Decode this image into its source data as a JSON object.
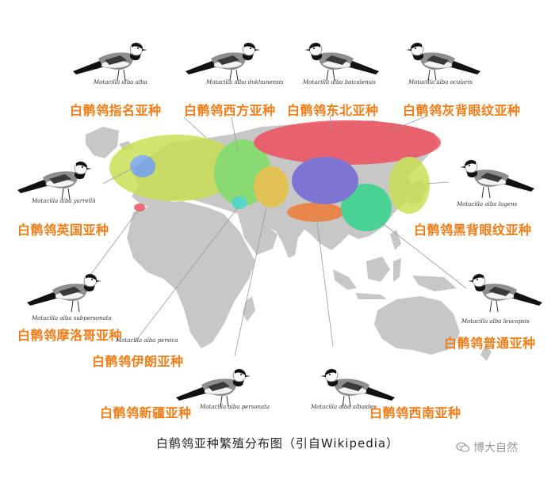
{
  "colors": {
    "label": "#f07d18",
    "land": "#c7c7c7",
    "bird_black": "#111111",
    "bird_grey": "#8e8e8e"
  },
  "regions": [
    {
      "id": "alba",
      "color": "#c9df50"
    },
    {
      "id": "dukhunensis",
      "color": "#7ddf60"
    },
    {
      "id": "baicalensis",
      "color": "#ef4d5a"
    },
    {
      "id": "ocularis",
      "color": "#ef4d5a"
    },
    {
      "id": "yarrellii",
      "color": "#6f9fe6"
    },
    {
      "id": "lugens",
      "color": "#c9df50"
    },
    {
      "id": "subpersonata",
      "color": "#ef4d5a"
    },
    {
      "id": "persica",
      "color": "#3fd9c8"
    },
    {
      "id": "personata",
      "color": "#e8c13a"
    },
    {
      "id": "alboides",
      "color": "#f07a30"
    },
    {
      "id": "leucopsis",
      "color": "#2ed58a"
    },
    {
      "id": "central",
      "color": "#6f63d8"
    }
  ],
  "subspecies": [
    {
      "key": "alba",
      "name": "白鹡鸰指名亚种",
      "latin": "Motacilla alba alba"
    },
    {
      "key": "dukhunensis",
      "name": "白鹡鸰西方亚种",
      "latin": "Motacilla alba dukhunensis"
    },
    {
      "key": "baicalensis",
      "name": "白鹡鸰东北亚种",
      "latin": "Motacilla alba baicalensis"
    },
    {
      "key": "ocularis",
      "name": "白鹡鸰灰背眼纹亚种",
      "latin": "Motacilla alba ocularis"
    },
    {
      "key": "yarrellii",
      "name": "白鹡鸰英国亚种",
      "latin": "Motacilla alba yarrellii"
    },
    {
      "key": "lugens",
      "name": "白鹡鸰黑背眼纹亚种",
      "latin": "Motacilla alba lugens"
    },
    {
      "key": "subpersonata",
      "name": "白鹡鸰摩洛哥亚种",
      "latin": "Motacilla alba subpersonata"
    },
    {
      "key": "persica",
      "name": "白鹡鸰伊朗亚种",
      "latin": "Motacilla alba persica"
    },
    {
      "key": "leucopsis",
      "name": "白鹡鸰普通亚种",
      "latin": "Motacilla alba leucopsis"
    },
    {
      "key": "personata",
      "name": "白鹡鸰新疆亚种",
      "latin": "Motacilla alba personata"
    },
    {
      "key": "alboides",
      "name": "白鹡鸰西南亚种",
      "latin": "Motacilla alba alboides"
    }
  ],
  "caption": "白鹡鸰亚种繁殖分布图（引自Wikipedia）",
  "watermark": {
    "text": "博大自然",
    "icon": "wechat-icon"
  }
}
